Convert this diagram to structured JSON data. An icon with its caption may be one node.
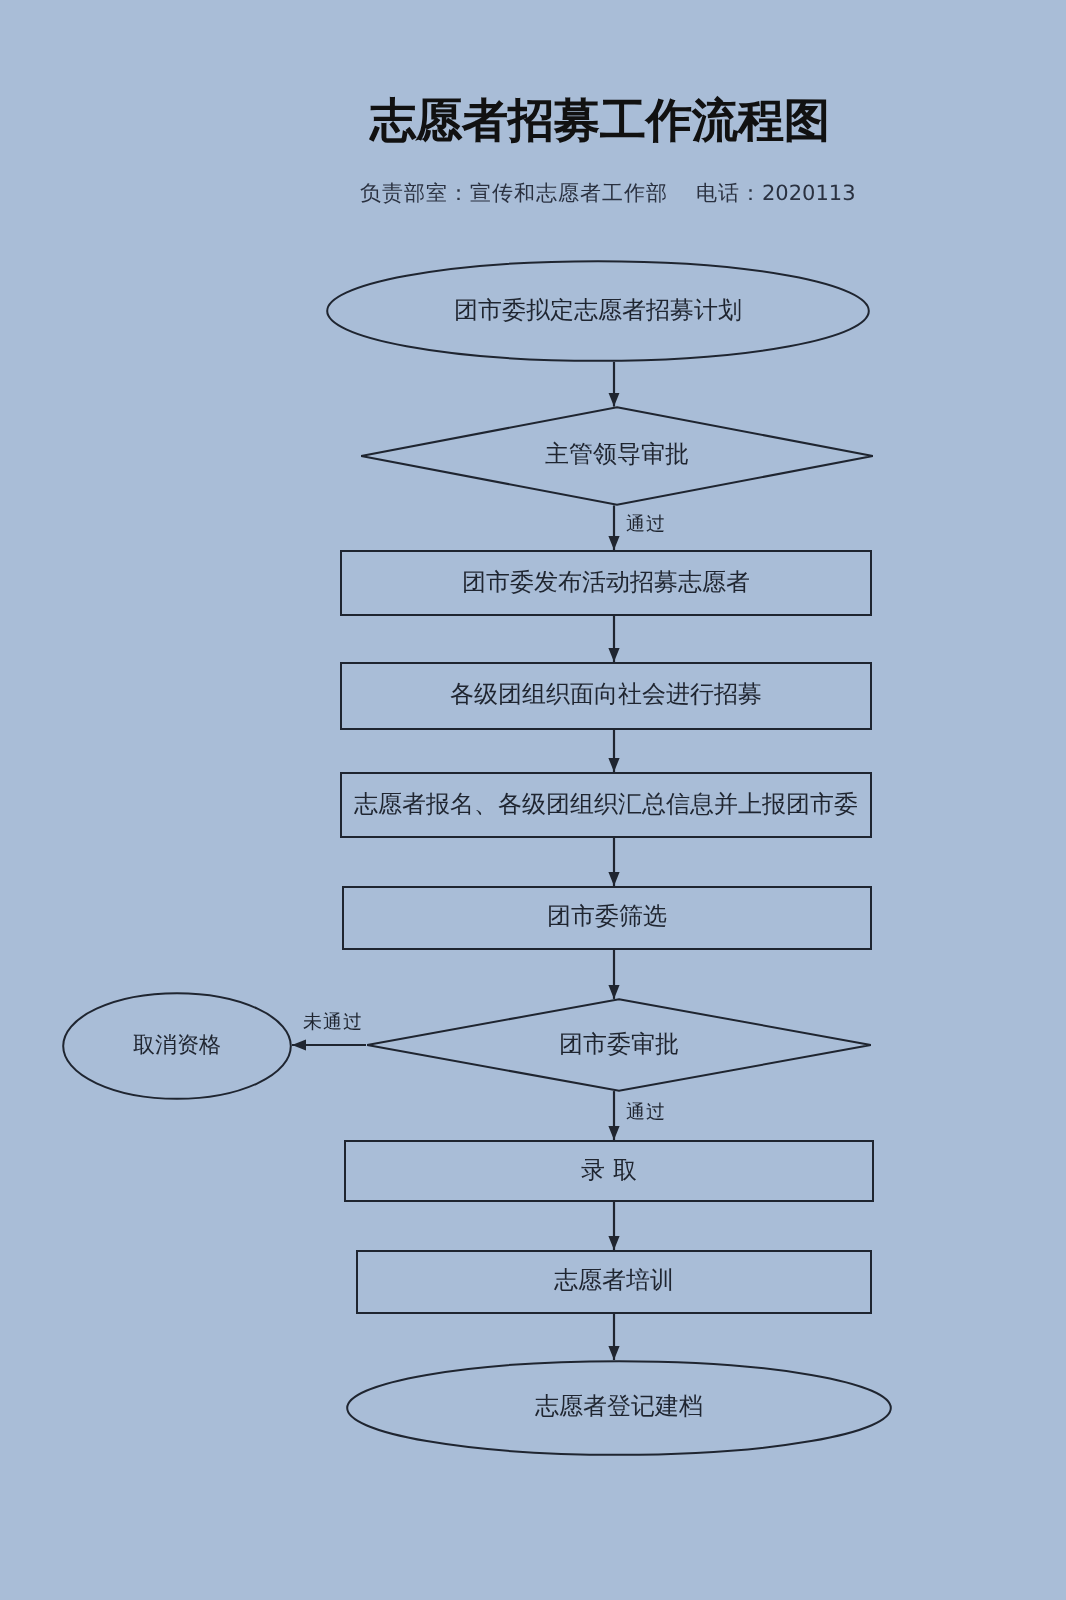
{
  "diagram": {
    "title": "志愿者招募工作流程图",
    "nodes": [
      {
        "text": [
          "团市委拟定志愿者招募计划"
        ]
      },
      {
        "text": [
          "主管领导审批"
        ]
      },
      {
        "text": [
          "团市委发布活动招募志愿者"
        ]
      },
      {
        "text": [
          "各级团组织面向社会进行招募"
        ]
      },
      {
        "text": [
          "志愿者报名、各级团组织汇总信息并上报团市委"
        ]
      },
      {
        "text": [
          "团市委筛选"
        ]
      },
      {
        "text": [
          "团市委审批"
        ]
      },
      {
        "text": [
          "取消资格"
        ]
      },
      {
        "text": [
          "录 取"
        ]
      },
      {
        "text": [
          "志愿者培训"
        ]
      },
      {
        "text": [
          "志愿者登记建档"
        ]
      }
    ],
    "edges": [
      {
        "from": 0,
        "to": 1,
        "arrow": "to"
      },
      {
        "from": 1,
        "to": 2,
        "arrow": "to",
        "label": "通过"
      },
      {
        "from": 2,
        "to": 3,
        "arrow": "to"
      },
      {
        "from": 3,
        "to": 4,
        "arrow": "to"
      },
      {
        "from": 4,
        "to": 5,
        "arrow": "to"
      },
      {
        "from": 5,
        "to": 6,
        "arrow": "to"
      },
      {
        "from": 6,
        "to": 7,
        "arrow": "to",
        "label": "未通过"
      },
      {
        "from": 6,
        "to": 8,
        "arrow": "to",
        "label": "通过"
      },
      {
        "from": 8,
        "to": 9,
        "arrow": "to"
      },
      {
        "from": 9,
        "to": 10,
        "arrow": "to"
      }
    ],
    "labels": [
      "负责部室：宣传和志愿者工作部",
      "电话：2020113"
    ]
  }
}
